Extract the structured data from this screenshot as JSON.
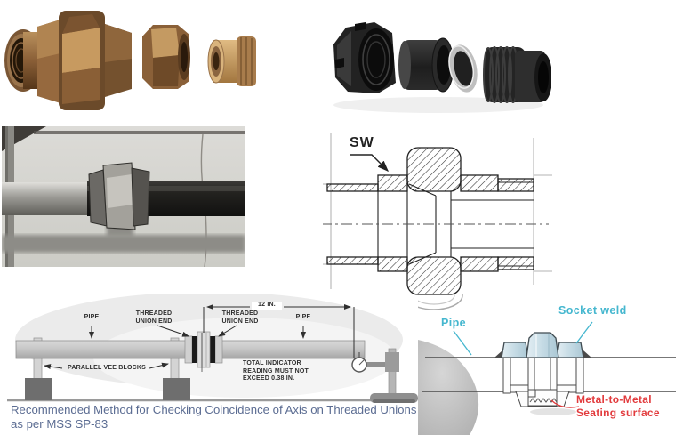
{
  "colors": {
    "caption_blue": "#5b6c92",
    "cyan_label": "#45b7cf",
    "red_label": "#e23b3d",
    "drawing_line": "#222222",
    "pipe_gray": "#c6c6c6",
    "vee_block_gray": "#6e6e6e"
  },
  "sw_drawing": {
    "label": "SW"
  },
  "mss_diagram": {
    "pipe_left": "PIPE",
    "pipe_right": "PIPE",
    "union_end_left": "THREADED UNION END",
    "union_end_right": "THREADED UNION END",
    "dimension": "12 IN.",
    "vee_blocks": "PARALLEL VEE BLOCKS",
    "indicator_note": "TOTAL INDICATOR READING MUST NOT EXCEED 0.38 IN.",
    "caption": "Recommended Method for Checking Coincidence of Axis on Threaded Unions as per MSS SP-83"
  },
  "socket_weld_diagram": {
    "pipe": "Pipe",
    "socket_weld": "Socket weld",
    "seating_line1": "Metal-to-Metal",
    "seating_line2": "Seating surface"
  }
}
